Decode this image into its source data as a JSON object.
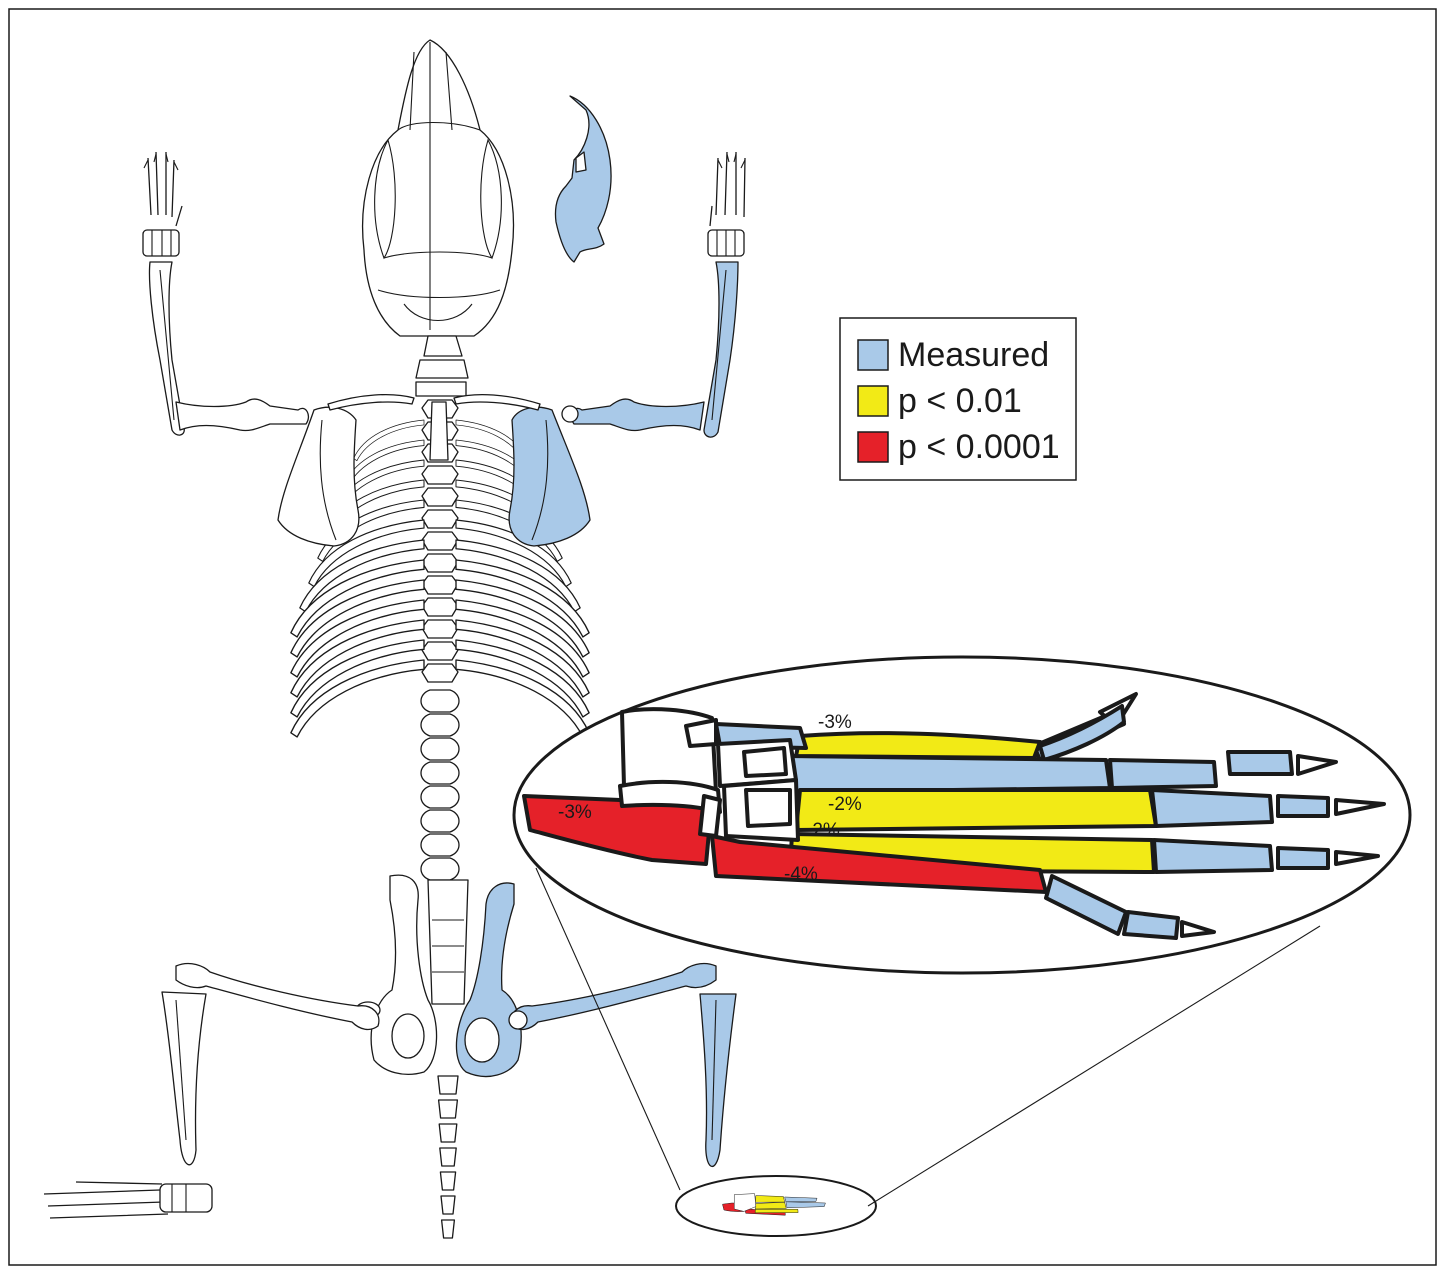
{
  "colors": {
    "measured": "#a9c9e8",
    "p001": "#f2ea16",
    "p00001": "#e52129",
    "outline": "#1a1a1a",
    "bone_fill": "#ffffff"
  },
  "legend": {
    "items": [
      {
        "label": "Measured",
        "color": "#a9c9e8"
      },
      {
        "label": "p < 0.01",
        "color": "#f2ea16"
      },
      {
        "label": "p < 0.0001",
        "color": "#e52129"
      }
    ]
  },
  "annotations": {
    "top_metatarsal": "-3%",
    "calcaneus": "-3%",
    "middle_metatarsal_a": "-2%",
    "middle_metatarsal_b": "-2%",
    "lower_metatarsal": "-4%"
  }
}
